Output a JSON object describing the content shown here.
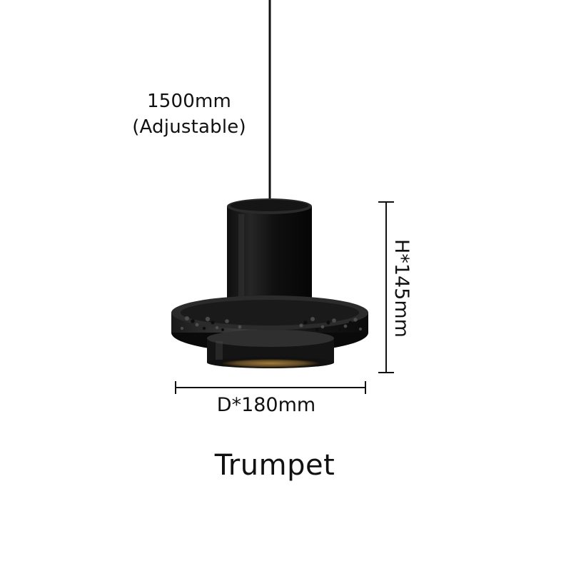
{
  "product": {
    "cable_length": "1500mm",
    "cable_note": "(Adjustable)",
    "height": "H*145mm",
    "diameter": "D*180mm",
    "model_name": "Trumpet"
  },
  "colors": {
    "lamp_body": "#141414",
    "lamp_highlight": "#4a4a4a",
    "inner_glow": "#8a6b34",
    "dimension_line": "#111111",
    "background": "#ffffff"
  },
  "icons": {
    "lamp": "pendant-lamp-illustration"
  }
}
